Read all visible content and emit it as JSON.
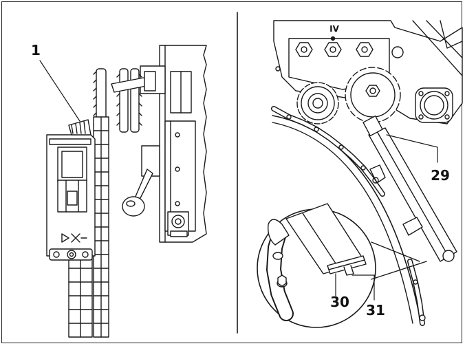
{
  "figure": {
    "callouts": {
      "c1": "1",
      "c29": "29",
      "c30": "30",
      "c31": "31"
    },
    "sprocket_label": "IV",
    "colors": {
      "line": "#1a1a1a",
      "fill": "#ffffff",
      "shade": "#d9d9d9"
    }
  }
}
